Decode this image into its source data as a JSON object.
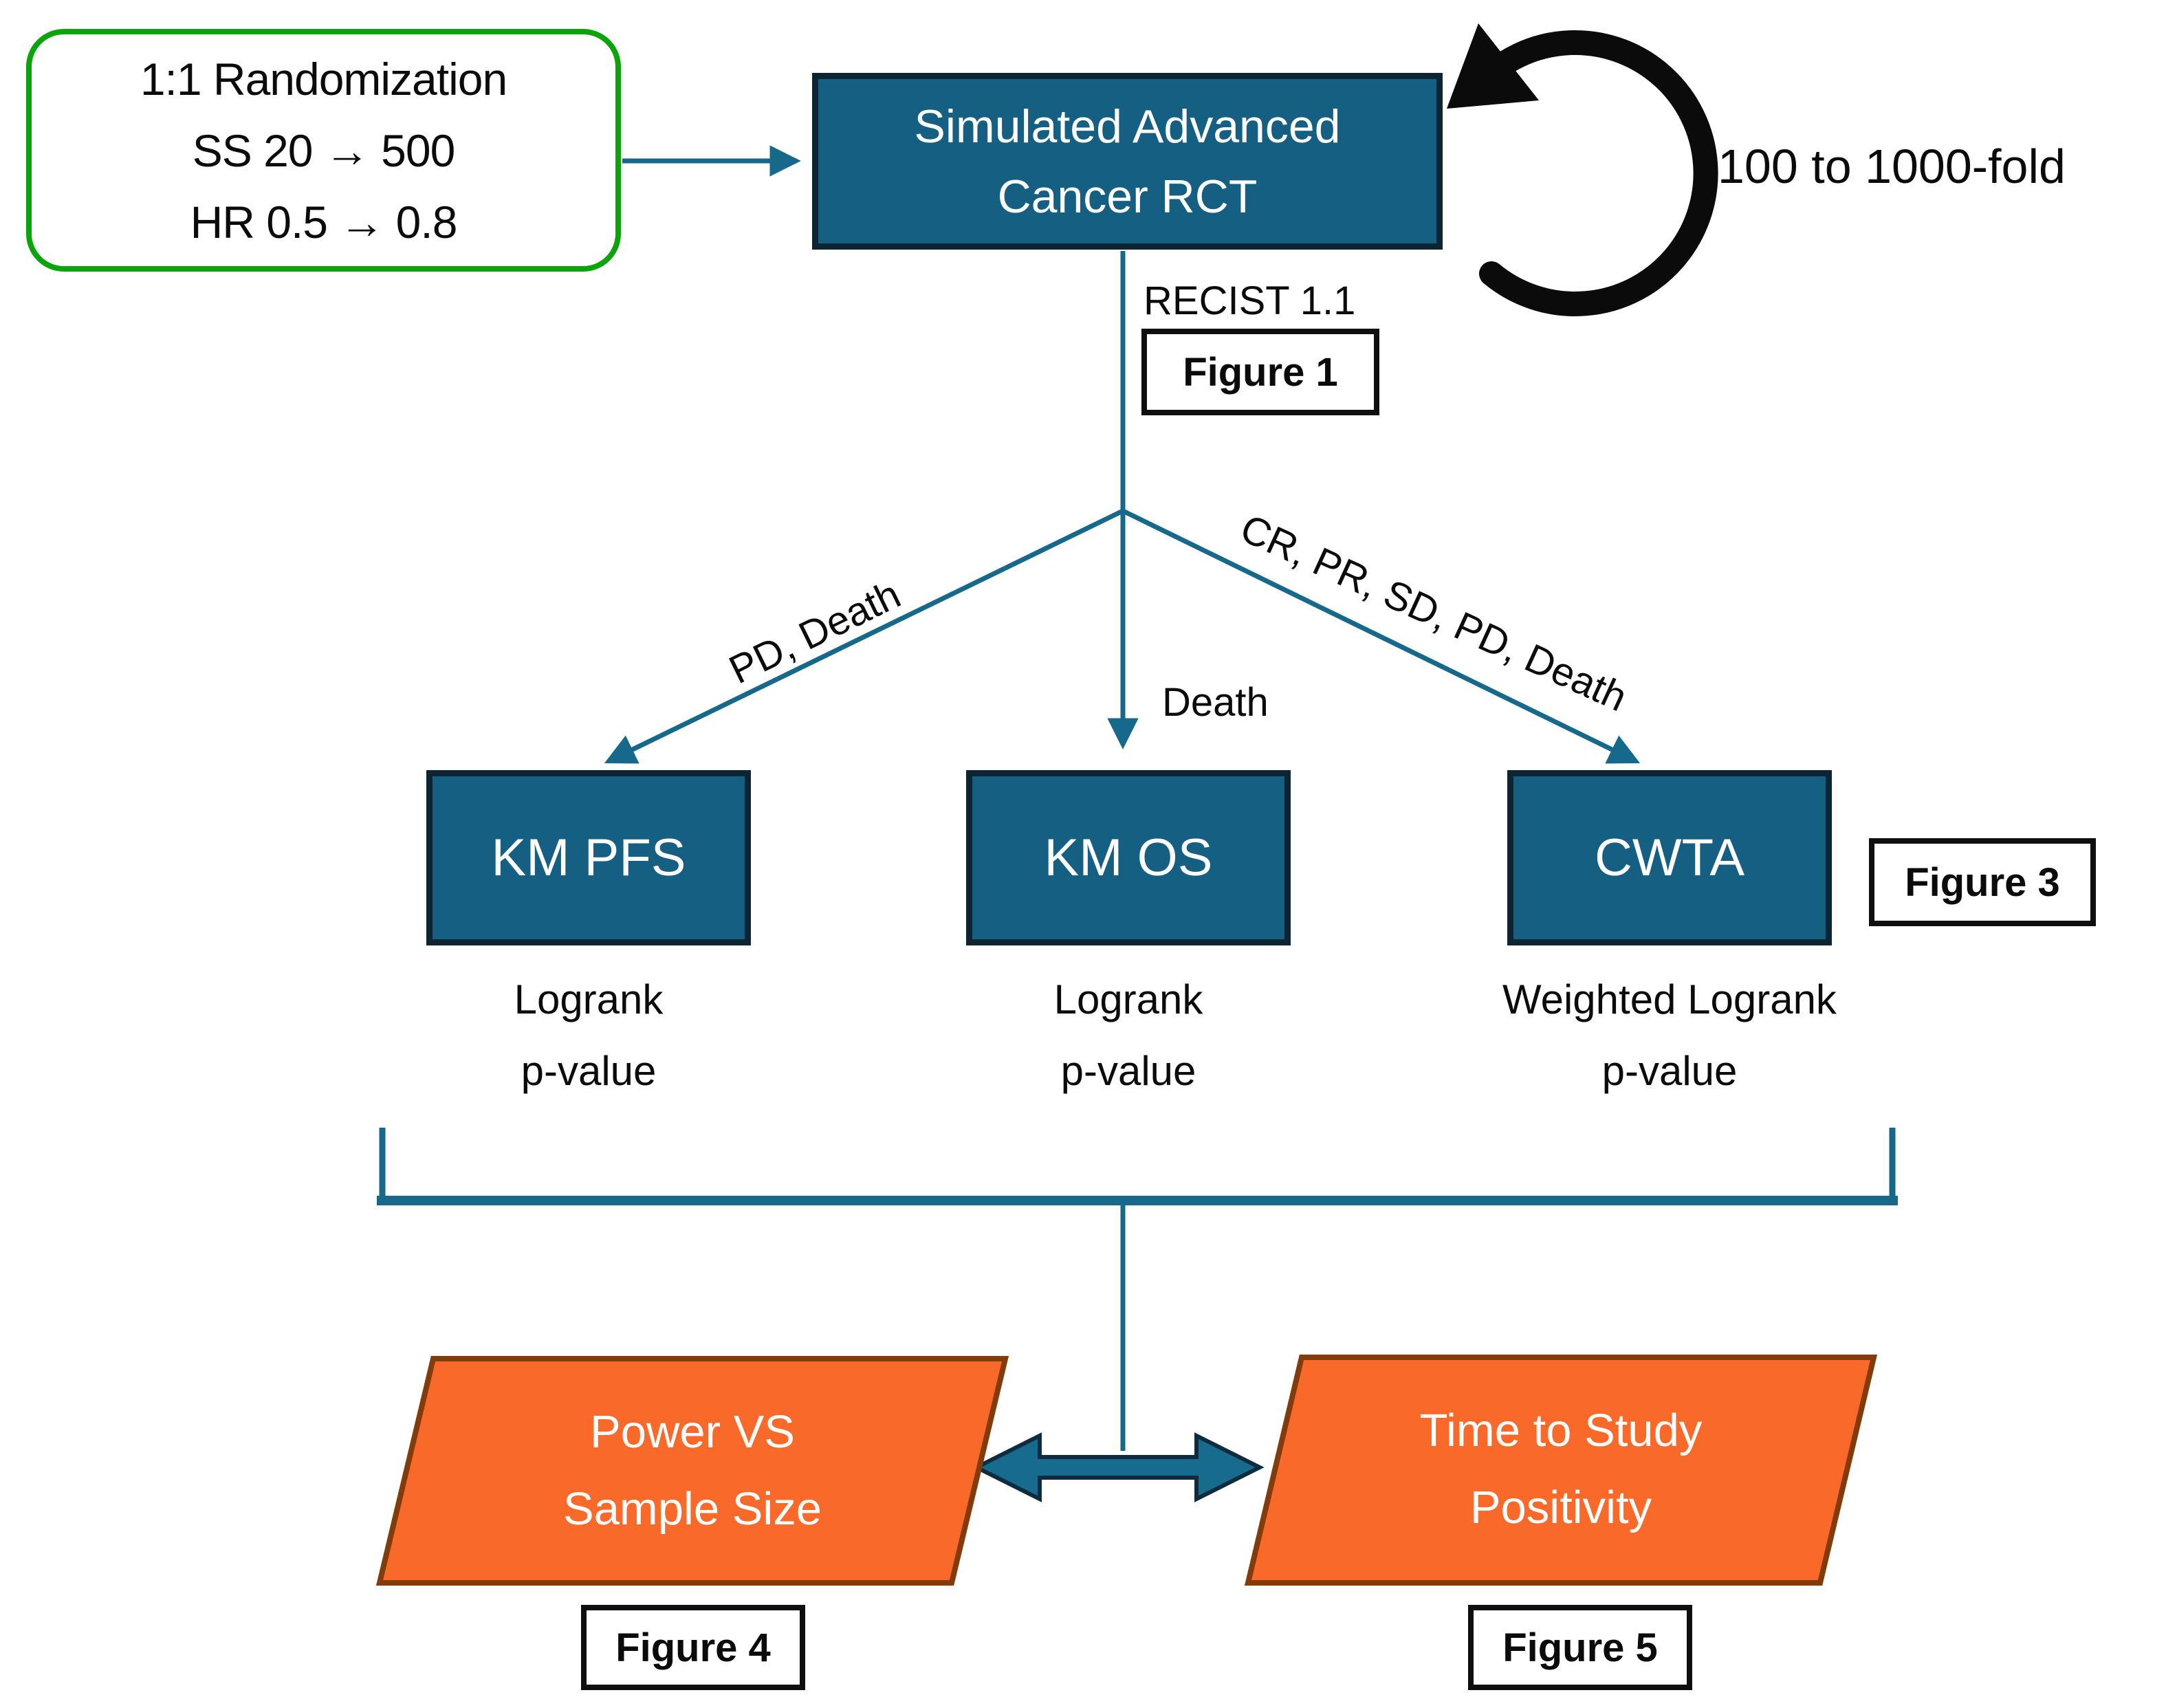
{
  "colors": {
    "teal_fill": "#156082",
    "teal_box_border": "#0D2433",
    "connector_teal": "#17698C",
    "double_arrow_fill": "#176B8C",
    "double_arrow_outline": "#0E2B40",
    "green_border": "#0BA50B",
    "orange_fill": "#F8692A",
    "orange_border": "#823B0B",
    "loop_black": "#0B0B0B"
  },
  "params_box": {
    "line1": "1:1 Randomization",
    "line2": "SS 20 → 500",
    "line3": "HR 0.5 → 0.8"
  },
  "rct_box": {
    "line1": "Simulated Advanced",
    "line2": "Cancer RCT"
  },
  "loop_label": "100 to 1000-fold",
  "recist_label": "RECIST 1.1",
  "figure_labels": {
    "fig1": "Figure 1",
    "fig3": "Figure 3",
    "fig4": "Figure 4",
    "fig5": "Figure 5"
  },
  "branch_labels": {
    "left": "PD, Death",
    "center": "Death",
    "right": "CR, PR, SD, PD, Death"
  },
  "outcome_boxes": [
    {
      "title": "KM PFS",
      "caption_line1": "Logrank",
      "caption_line2": "p-value"
    },
    {
      "title": "KM OS",
      "caption_line1": "Logrank",
      "caption_line2": "p-value"
    },
    {
      "title": "CWTA",
      "caption_line1": "Weighted Logrank",
      "caption_line2": "p-value"
    }
  ],
  "result_boxes": [
    {
      "line1": "Power VS",
      "line2": "Sample Size"
    },
    {
      "line1": "Time to Study",
      "line2": "Positivity"
    }
  ]
}
